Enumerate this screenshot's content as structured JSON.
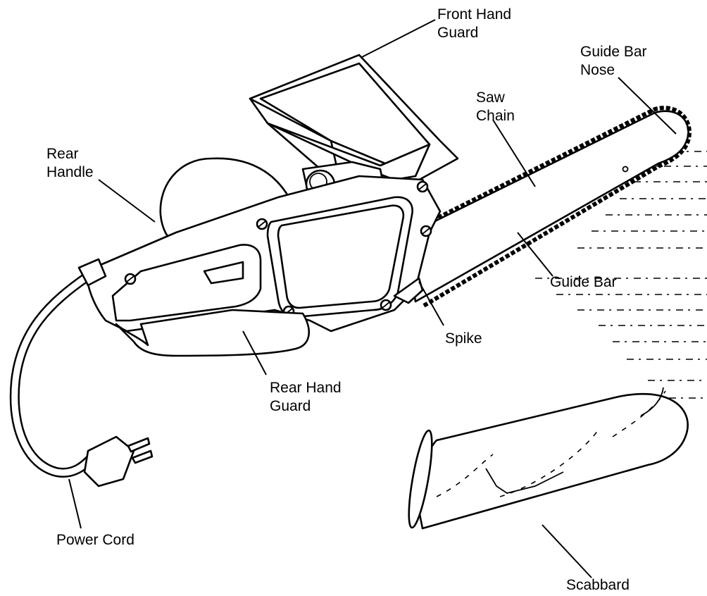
{
  "labels": {
    "front_hand_guard": "Front Hand\nGuard",
    "guide_bar_nose": "Guide Bar\nNose",
    "saw_chain": "Saw\nChain",
    "rear_handle": "Rear\nHandle",
    "guide_bar": "Guide Bar",
    "spike": "Spike",
    "rear_hand_guard": "Rear Hand\nGuard",
    "power_cord": "Power Cord",
    "scabbard": "Scabbard"
  }
}
